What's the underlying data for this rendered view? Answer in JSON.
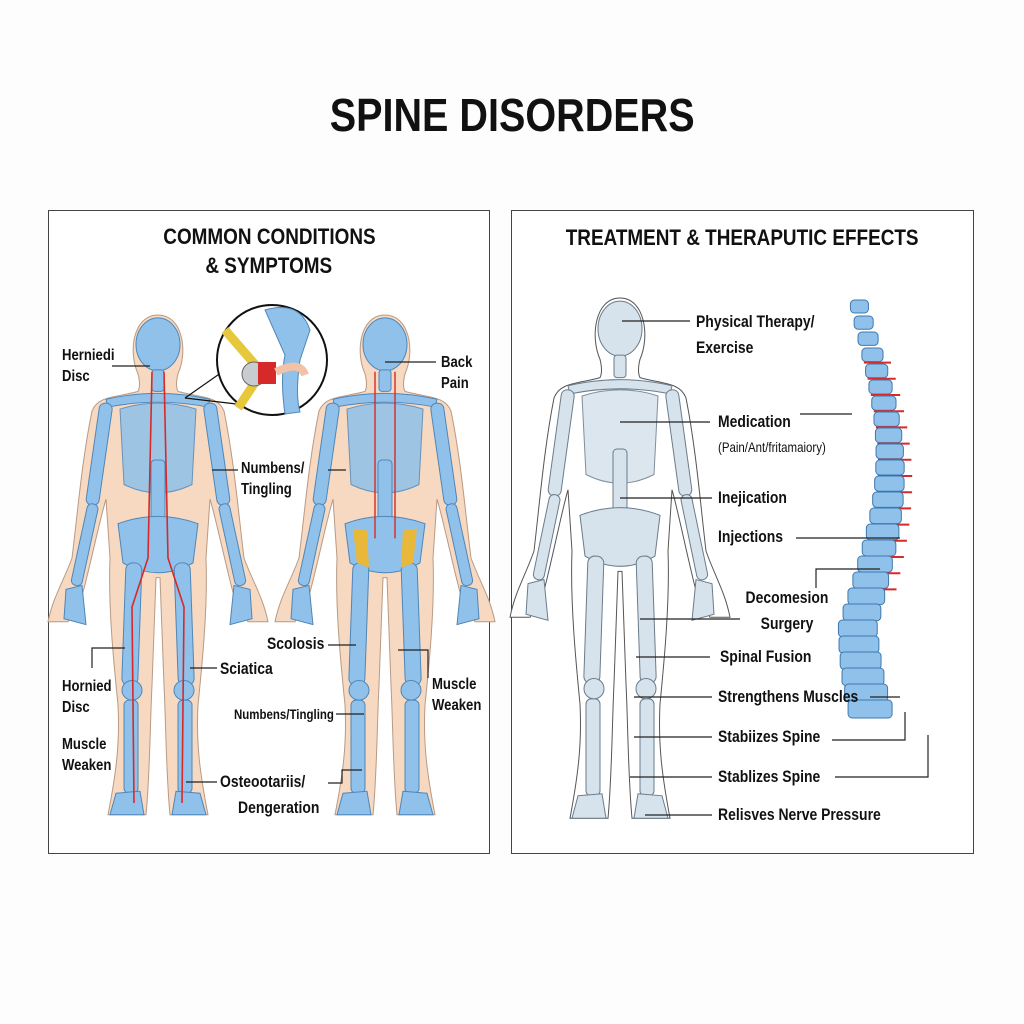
{
  "title": "SPINE DISORDERS",
  "left_panel": {
    "title_line1": "COMMON CONDITIONS",
    "title_line2": "& SYMPTOMS",
    "labels": {
      "herniedi_1": "Herniedi",
      "herniedi_2": "Disc",
      "back_pain_1": "Back",
      "back_pain_2": "Pain",
      "numbens_1": "Numbens/",
      "numbens_2": "Tingling",
      "scolosis": "Scolosis",
      "sciatica": "Sciatica",
      "hornied_1": "Hornied",
      "hornied_2": "Disc",
      "muscle_r_1": "Muscle",
      "muscle_r_2": "Weaken",
      "numbens_tingling": "Numbens/Tingling",
      "muscle_l_1": "Muscle",
      "muscle_l_2": "Weaken",
      "osteo_1": "Osteootariis/",
      "osteo_2": "Dengeration"
    }
  },
  "right_panel": {
    "title": "TREATMENT & THERAPUTIC EFFECTS",
    "labels": {
      "pt_1": "Physical Therapy/",
      "pt_2": "Exercise",
      "medication": "Medication",
      "medication_sub": "(Pain/Ant/fritamaiory)",
      "inejication": "Inejication",
      "injections": "Injections",
      "decomp_1": "Decomesion",
      "decomp_2": "Surgery",
      "spinal_fusion": "Spinal Fusion",
      "strengthens": "Strengthens Muscles",
      "stabiizes": "Stabiizes Spine",
      "stablizes": "Stablizes Spine",
      "relieves": "Relisves Nerve Pressure"
    }
  },
  "colors": {
    "bone": "#8fc1ea",
    "skin": "#f6d9c0",
    "nerve": "#d62a2a",
    "gray_bone": "#cfdbe6",
    "disc": "#ffffff"
  }
}
